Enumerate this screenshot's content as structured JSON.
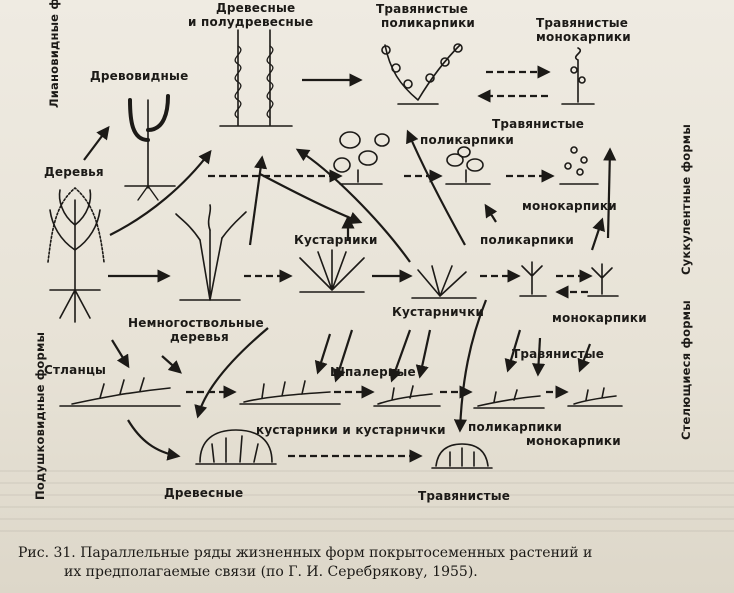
{
  "labels": {
    "liana_forms": "Лиановидные формы",
    "succulent_forms": "Суккулентные формы",
    "creeping_forms": "Стелющиеся формы",
    "cushion_forms": "Подушковидные формы",
    "tree_like": "Древовидные",
    "woody_semiwoody_1": "Древесные",
    "woody_semiwoody_2": "и полудревесные",
    "herb_polycarpic_top_1": "Травянистые",
    "herb_polycarpic_top_2": "поликарпики",
    "herb_monocarpic_top_1": "Травянистые",
    "herb_monocarpic_top_2": "монокарпики",
    "trees": "Деревья",
    "herb_polycarpic_succ_1": "Травянистые",
    "herb_polycarpic_succ_2": "поликарпики",
    "monocarpic_succ": "монокарпики",
    "shrubs": "Кустарники",
    "polycarpic_mid": "поликарпики",
    "subshrubs": "Кустарнички",
    "monocarpic_mid": "монокарпики",
    "few_stem_trees_1": "Немногоствольные",
    "few_stem_trees_2": "деревья",
    "elfin": "Стланцы",
    "espalier": "Шпалерные",
    "herbaceous_creep": "Травянистые",
    "shrubs_and_subshrubs": "кустарники и кустарнички",
    "polycarpic_low": "поликарпики",
    "monocarpic_low": "монокарпики",
    "woody_bottom": "Древесные",
    "herbaceous_bottom": "Травянистые"
  },
  "caption": {
    "line1": "Рис. 31. Параллельные ряды жизненных форм покрытосеменных растений и",
    "line2": "их предполагаемые связи (по Г. И. Серебрякову, 1955)."
  }
}
